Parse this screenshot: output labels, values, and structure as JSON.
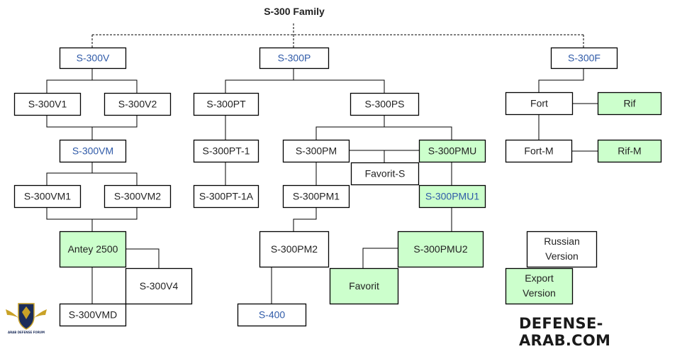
{
  "title": "S-300 Family",
  "colors": {
    "box_fill": "#ffffff",
    "box_fill_export": "#ccffcc",
    "box_border": "#000000",
    "text_default": "#222222",
    "text_blue": "#2f5aa8",
    "line": "#000000"
  },
  "nodes": [
    {
      "id": "s300v",
      "label": "S-300V",
      "color": "blue",
      "fill": "white"
    },
    {
      "id": "s300p",
      "label": "S-300P",
      "color": "blue",
      "fill": "white"
    },
    {
      "id": "s300f",
      "label": "S-300F",
      "color": "blue",
      "fill": "white"
    },
    {
      "id": "s300v1",
      "label": "S-300V1",
      "color": "default",
      "fill": "white"
    },
    {
      "id": "s300v2",
      "label": "S-300V2",
      "color": "default",
      "fill": "white"
    },
    {
      "id": "s300pt",
      "label": "S-300PT",
      "color": "default",
      "fill": "white"
    },
    {
      "id": "s300ps",
      "label": "S-300PS",
      "color": "default",
      "fill": "white"
    },
    {
      "id": "fort",
      "label": "Fort",
      "color": "default",
      "fill": "white"
    },
    {
      "id": "rif",
      "label": "Rif",
      "color": "default",
      "fill": "green"
    },
    {
      "id": "s300vm",
      "label": "S-300VM",
      "color": "blue",
      "fill": "white"
    },
    {
      "id": "s300pt1",
      "label": "S-300PT-1",
      "color": "default",
      "fill": "white"
    },
    {
      "id": "s300pm",
      "label": "S-300PM",
      "color": "default",
      "fill": "white"
    },
    {
      "id": "s300pmu",
      "label": "S-300PMU",
      "color": "default",
      "fill": "green"
    },
    {
      "id": "fortm",
      "label": "Fort-M",
      "color": "default",
      "fill": "white"
    },
    {
      "id": "rifm",
      "label": "Rif-M",
      "color": "default",
      "fill": "green"
    },
    {
      "id": "favorits",
      "label": "Favorit-S",
      "color": "default",
      "fill": "white"
    },
    {
      "id": "s300vm1",
      "label": "S-300VM1",
      "color": "default",
      "fill": "white"
    },
    {
      "id": "s300vm2",
      "label": "S-300VM2",
      "color": "default",
      "fill": "white"
    },
    {
      "id": "s300pt1a",
      "label": "S-300PT-1A",
      "color": "default",
      "fill": "white"
    },
    {
      "id": "s300pm1",
      "label": "S-300PM1",
      "color": "default",
      "fill": "white"
    },
    {
      "id": "s300pmu1",
      "label": "S-300PMU1",
      "color": "blue",
      "fill": "green"
    },
    {
      "id": "antey",
      "label": "Antey 2500",
      "color": "default",
      "fill": "green"
    },
    {
      "id": "s300pm2",
      "label": "S-300PM2",
      "color": "default",
      "fill": "white"
    },
    {
      "id": "s300pmu2",
      "label": "S-300PMU2",
      "color": "default",
      "fill": "green"
    },
    {
      "id": "s300v4",
      "label": "S-300V4",
      "color": "default",
      "fill": "white"
    },
    {
      "id": "favorit",
      "label": "Favorit",
      "color": "default",
      "fill": "green"
    },
    {
      "id": "s300vmd",
      "label": "S-300VMD",
      "color": "default",
      "fill": "white"
    },
    {
      "id": "s400",
      "label": "S-400",
      "color": "blue",
      "fill": "white"
    }
  ],
  "legend": [
    {
      "id": "legend_russian",
      "lines": [
        "Russian",
        "Version"
      ],
      "fill": "white"
    },
    {
      "id": "legend_export",
      "lines": [
        "Export",
        "Version"
      ],
      "fill": "green"
    }
  ],
  "edges": [
    {
      "from": "s300v",
      "to": "s300v1"
    },
    {
      "from": "s300v",
      "to": "s300v2"
    },
    {
      "from": "s300p",
      "to": "s300pt"
    },
    {
      "from": "s300p",
      "to": "s300ps"
    },
    {
      "from": "s300f",
      "to": "fort"
    },
    {
      "from": "fort",
      "to": "rif"
    },
    {
      "from": "fort",
      "to": "fortm"
    },
    {
      "from": "fortm",
      "to": "rifm"
    },
    {
      "from": "s300v1",
      "to": "s300vm"
    },
    {
      "from": "s300v2",
      "to": "s300vm"
    },
    {
      "from": "s300pt",
      "to": "s300pt1"
    },
    {
      "from": "s300pt1",
      "to": "s300pt1a"
    },
    {
      "from": "s300ps",
      "to": "s300pm"
    },
    {
      "from": "s300ps",
      "to": "s300pmu"
    },
    {
      "from": "s300pm",
      "to": "favorits"
    },
    {
      "from": "s300pmu",
      "to": "favorits"
    },
    {
      "from": "s300pm",
      "to": "s300pm1"
    },
    {
      "from": "s300pmu",
      "to": "s300pmu1"
    },
    {
      "from": "s300vm",
      "to": "s300vm1"
    },
    {
      "from": "s300vm",
      "to": "s300vm2"
    },
    {
      "from": "s300vm1",
      "to": "antey"
    },
    {
      "from": "s300vm2",
      "to": "antey"
    },
    {
      "from": "antey",
      "to": "s300v4"
    },
    {
      "from": "antey",
      "to": "s300vmd"
    },
    {
      "from": "s300pm1",
      "to": "s300pm2"
    },
    {
      "from": "s300pm2",
      "to": "s400"
    },
    {
      "from": "s300pmu1",
      "to": "s300pmu2"
    },
    {
      "from": "s300pmu2",
      "to": "favorit"
    }
  ],
  "watermark": "DEFENSE-ARAB.COM",
  "logo": {
    "icon": "eagle-shield-emblem",
    "text": "DA ARAB DEFENSE FORUM"
  }
}
